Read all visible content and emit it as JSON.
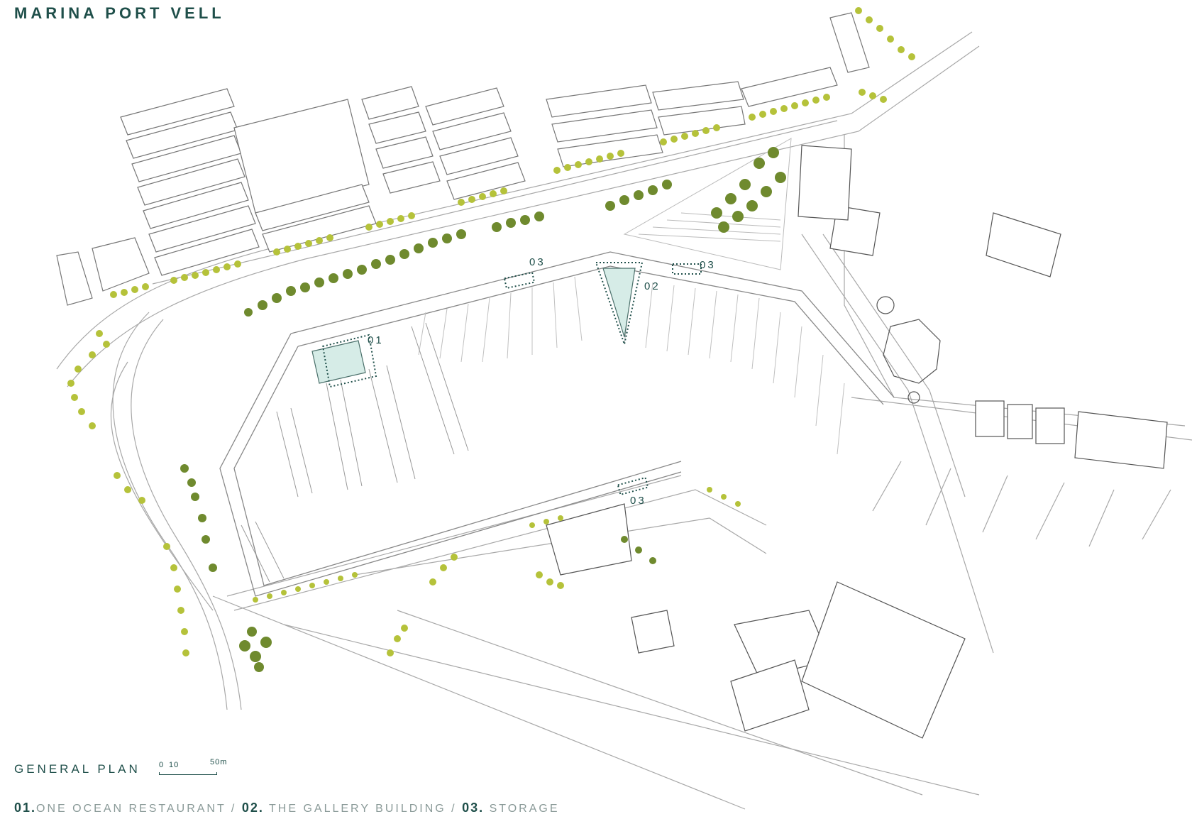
{
  "title": "MARINA PORT VELL",
  "plan_label": "GENERAL PLAN",
  "scale": {
    "zero": "0",
    "ten": "10",
    "fifty": "50m"
  },
  "markers": {
    "one": "01",
    "two": "02",
    "three": "03"
  },
  "legend": [
    {
      "num": "01.",
      "text": "ONE OCEAN RESTAURANT"
    },
    {
      "num": "02.",
      "text": "THE GALLERY BUILDING"
    },
    {
      "num": "03.",
      "text": "STORAGE"
    }
  ],
  "legend_separator": "/",
  "colors": {
    "ink": "#1f4f4a",
    "tree_light": "#b5c23a",
    "tree_dark": "#5e7a2a",
    "building_fill": "#d6ece7",
    "line": "#9a9a9a"
  }
}
